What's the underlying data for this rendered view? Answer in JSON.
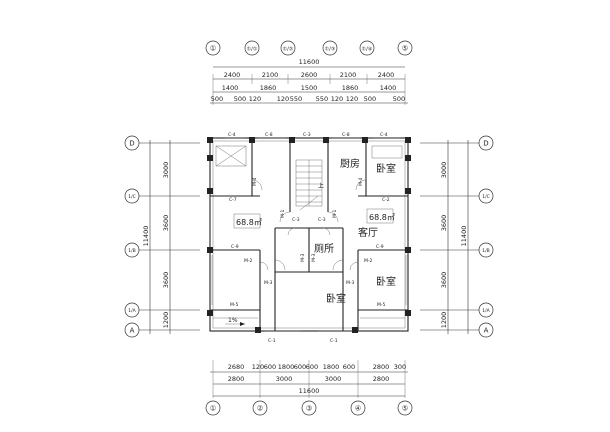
{
  "axes": {
    "top": [
      "①",
      "①/①",
      "①/②",
      "①/③",
      "①/④",
      "⑤"
    ],
    "bottom": [
      "①",
      "②",
      "③",
      "④",
      "⑤"
    ],
    "left": [
      "D",
      "1/C",
      "1/B",
      "1/A",
      "A"
    ],
    "right": [
      "D",
      "1/C",
      "1/B",
      "1/A",
      "A"
    ]
  },
  "dims": {
    "top_total": "11600",
    "top_row1": [
      "2400",
      "2100",
      "2600",
      "2100",
      "2400"
    ],
    "top_row2": [
      "1400",
      "1860",
      "1500",
      "1860",
      "1400"
    ],
    "top_row3": [
      "500",
      "500",
      "120",
      "120",
      "550",
      "550",
      "120",
      "120",
      "500",
      "500"
    ],
    "bottom_row1": [
      "2680",
      "120",
      "600",
      "1800",
      "600",
      "600",
      "1800",
      "600",
      "2800",
      "300"
    ],
    "bottom_row2": [
      "2800",
      "3000",
      "3000",
      "2800"
    ],
    "bottom_total": "11600",
    "left_segments": [
      "3000",
      "3600",
      "3600",
      "1200"
    ],
    "left_total": "11400",
    "right_segments": [
      "3000",
      "3600",
      "3600",
      "1200"
    ],
    "right_total": "11400"
  },
  "rooms": {
    "kitchen": "厨房",
    "bedroom_ne": "卧室",
    "living": "客厅",
    "toilet": "厕所",
    "bedroom_s": "卧室",
    "bedroom_se": "卧室"
  },
  "areas": {
    "left": "68.8㎡",
    "right": "68.8㎡"
  },
  "tags": {
    "c4a": "C-4",
    "c8a": "C-8",
    "c3a": "C-3",
    "c8b": "C-8",
    "c4b": "C-4",
    "c7": "C-7",
    "c2": "C-2",
    "c9a": "C-9",
    "c9b": "C-9",
    "m5a": "M-5",
    "m5b": "M-5",
    "c1a": "C-1",
    "c1b": "C-1",
    "m2a": "M-2",
    "m2b": "M-2",
    "m3a": "M-3",
    "m3b": "M-3",
    "m4a": "M-4",
    "m4b": "M-4",
    "m1a": "M-1",
    "m1b": "M-1",
    "c3b": "C-3",
    "c3c": "C-3",
    "m3c": "M-3",
    "m3d": "M-3",
    "up": "上",
    "slope": "1%"
  }
}
